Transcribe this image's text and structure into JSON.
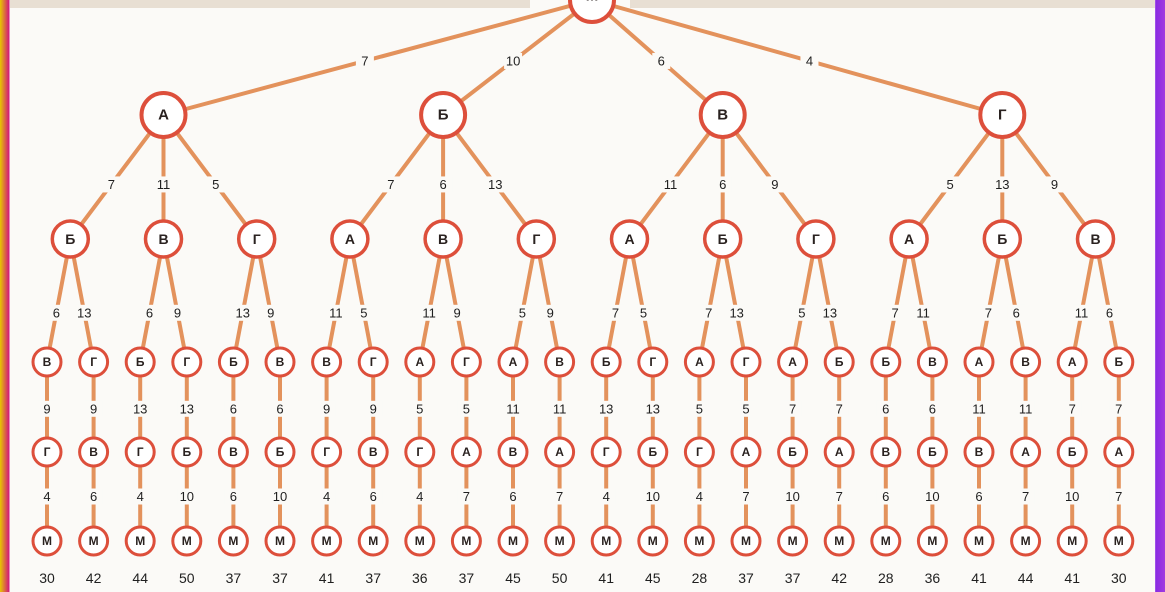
{
  "colors": {
    "edge": "#e3925c",
    "node_stroke": "#dd4f3b",
    "node_fill": "#ffffff"
  },
  "tree": {
    "label": "М",
    "children": [
      {
        "label": "А",
        "weight": "7",
        "children": [
          {
            "label": "Б",
            "weight": "7",
            "children": [
              {
                "label": "В",
                "weight": "6",
                "children": [
                  {
                    "label": "Г",
                    "weight": "9",
                    "children": [
                      {
                        "label": "М",
                        "weight": "4",
                        "total": "30"
                      }
                    ]
                  }
                ]
              },
              {
                "label": "Г",
                "weight": "13",
                "children": [
                  {
                    "label": "В",
                    "weight": "9",
                    "children": [
                      {
                        "label": "М",
                        "weight": "6",
                        "total": "42"
                      }
                    ]
                  }
                ]
              }
            ]
          },
          {
            "label": "В",
            "weight": "11",
            "children": [
              {
                "label": "Б",
                "weight": "6",
                "children": [
                  {
                    "label": "Г",
                    "weight": "13",
                    "children": [
                      {
                        "label": "М",
                        "weight": "4",
                        "total": "44"
                      }
                    ]
                  }
                ]
              },
              {
                "label": "Г",
                "weight": "9",
                "children": [
                  {
                    "label": "Б",
                    "weight": "13",
                    "children": [
                      {
                        "label": "М",
                        "weight": "10",
                        "total": "50"
                      }
                    ]
                  }
                ]
              }
            ]
          },
          {
            "label": "Г",
            "weight": "5",
            "children": [
              {
                "label": "Б",
                "weight": "13",
                "children": [
                  {
                    "label": "В",
                    "weight": "6",
                    "children": [
                      {
                        "label": "М",
                        "weight": "6",
                        "total": "37"
                      }
                    ]
                  }
                ]
              },
              {
                "label": "В",
                "weight": "9",
                "children": [
                  {
                    "label": "Б",
                    "weight": "6",
                    "children": [
                      {
                        "label": "М",
                        "weight": "10",
                        "total": "37"
                      }
                    ]
                  }
                ]
              }
            ]
          }
        ]
      },
      {
        "label": "Б",
        "weight": "10",
        "children": [
          {
            "label": "А",
            "weight": "7",
            "children": [
              {
                "label": "В",
                "weight": "11",
                "children": [
                  {
                    "label": "Г",
                    "weight": "9",
                    "children": [
                      {
                        "label": "М",
                        "weight": "4",
                        "total": "41"
                      }
                    ]
                  }
                ]
              },
              {
                "label": "Г",
                "weight": "5",
                "children": [
                  {
                    "label": "В",
                    "weight": "9",
                    "children": [
                      {
                        "label": "М",
                        "weight": "6",
                        "total": "37"
                      }
                    ]
                  }
                ]
              }
            ]
          },
          {
            "label": "В",
            "weight": "6",
            "children": [
              {
                "label": "А",
                "weight": "11",
                "children": [
                  {
                    "label": "Г",
                    "weight": "5",
                    "children": [
                      {
                        "label": "М",
                        "weight": "4",
                        "total": "36"
                      }
                    ]
                  }
                ]
              },
              {
                "label": "Г",
                "weight": "9",
                "children": [
                  {
                    "label": "А",
                    "weight": "5",
                    "children": [
                      {
                        "label": "М",
                        "weight": "7",
                        "total": "37"
                      }
                    ]
                  }
                ]
              }
            ]
          },
          {
            "label": "Г",
            "weight": "13",
            "children": [
              {
                "label": "А",
                "weight": "5",
                "children": [
                  {
                    "label": "В",
                    "weight": "11",
                    "children": [
                      {
                        "label": "М",
                        "weight": "6",
                        "total": "45"
                      }
                    ]
                  }
                ]
              },
              {
                "label": "В",
                "weight": "9",
                "children": [
                  {
                    "label": "А",
                    "weight": "11",
                    "children": [
                      {
                        "label": "М",
                        "weight": "7",
                        "total": "50"
                      }
                    ]
                  }
                ]
              }
            ]
          }
        ]
      },
      {
        "label": "В",
        "weight": "6",
        "children": [
          {
            "label": "А",
            "weight": "11",
            "children": [
              {
                "label": "Б",
                "weight": "7",
                "children": [
                  {
                    "label": "Г",
                    "weight": "13",
                    "children": [
                      {
                        "label": "М",
                        "weight": "4",
                        "total": "41"
                      }
                    ]
                  }
                ]
              },
              {
                "label": "Г",
                "weight": "5",
                "children": [
                  {
                    "label": "Б",
                    "weight": "13",
                    "children": [
                      {
                        "label": "М",
                        "weight": "10",
                        "total": "45"
                      }
                    ]
                  }
                ]
              }
            ]
          },
          {
            "label": "Б",
            "weight": "6",
            "children": [
              {
                "label": "А",
                "weight": "7",
                "children": [
                  {
                    "label": "Г",
                    "weight": "5",
                    "children": [
                      {
                        "label": "М",
                        "weight": "4",
                        "total": "28"
                      }
                    ]
                  }
                ]
              },
              {
                "label": "Г",
                "weight": "13",
                "children": [
                  {
                    "label": "А",
                    "weight": "5",
                    "children": [
                      {
                        "label": "М",
                        "weight": "7",
                        "total": "37"
                      }
                    ]
                  }
                ]
              }
            ]
          },
          {
            "label": "Г",
            "weight": "9",
            "children": [
              {
                "label": "А",
                "weight": "5",
                "children": [
                  {
                    "label": "Б",
                    "weight": "7",
                    "children": [
                      {
                        "label": "М",
                        "weight": "10",
                        "total": "37"
                      }
                    ]
                  }
                ]
              },
              {
                "label": "Б",
                "weight": "13",
                "children": [
                  {
                    "label": "А",
                    "weight": "7",
                    "children": [
                      {
                        "label": "М",
                        "weight": "7",
                        "total": "42"
                      }
                    ]
                  }
                ]
              }
            ]
          }
        ]
      },
      {
        "label": "Г",
        "weight": "4",
        "children": [
          {
            "label": "А",
            "weight": "5",
            "children": [
              {
                "label": "Б",
                "weight": "7",
                "children": [
                  {
                    "label": "В",
                    "weight": "6",
                    "children": [
                      {
                        "label": "М",
                        "weight": "6",
                        "total": "28"
                      }
                    ]
                  }
                ]
              },
              {
                "label": "В",
                "weight": "11",
                "children": [
                  {
                    "label": "Б",
                    "weight": "6",
                    "children": [
                      {
                        "label": "М",
                        "weight": "10",
                        "total": "36"
                      }
                    ]
                  }
                ]
              }
            ]
          },
          {
            "label": "Б",
            "weight": "13",
            "children": [
              {
                "label": "А",
                "weight": "7",
                "children": [
                  {
                    "label": "В",
                    "weight": "11",
                    "children": [
                      {
                        "label": "М",
                        "weight": "6",
                        "total": "41"
                      }
                    ]
                  }
                ]
              },
              {
                "label": "В",
                "weight": "6",
                "children": [
                  {
                    "label": "А",
                    "weight": "11",
                    "children": [
                      {
                        "label": "М",
                        "weight": "7",
                        "total": "44"
                      }
                    ]
                  }
                ]
              }
            ]
          },
          {
            "label": "В",
            "weight": "9",
            "children": [
              {
                "label": "А",
                "weight": "11",
                "children": [
                  {
                    "label": "Б",
                    "weight": "7",
                    "children": [
                      {
                        "label": "М",
                        "weight": "10",
                        "total": "41"
                      }
                    ]
                  }
                ]
              },
              {
                "label": "Б",
                "weight": "6",
                "children": [
                  {
                    "label": "А",
                    "weight": "7",
                    "children": [
                      {
                        "label": "М",
                        "weight": "7",
                        "total": "30"
                      }
                    ]
                  }
                ]
              }
            ]
          }
        ]
      }
    ]
  }
}
